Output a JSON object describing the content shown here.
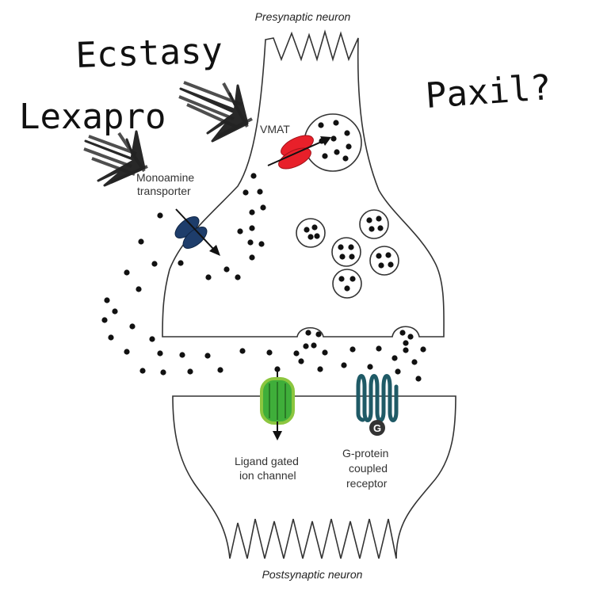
{
  "labels": {
    "presynaptic": "Presynaptic neuron",
    "postsynaptic": "Postsynaptic neuron",
    "vmat": "VMAT",
    "monoamine_l1": "Monoamine",
    "monoamine_l2": "transporter",
    "ligand_l1": "Ligand gated",
    "ligand_l2": "ion channel",
    "gpcr_l1": "G-protein",
    "gpcr_l2": "coupled",
    "gpcr_l3": "receptor",
    "g_symbol": "G"
  },
  "handwritten": {
    "ecstasy": "Ecstasy",
    "lexapro": "Lexapro",
    "paxil": "Paxil?"
  },
  "colors": {
    "vmat": "#e8202a",
    "transporter": "#1e3d6b",
    "ion_channel": "#3fae3a",
    "gpcr": "#1f5a66"
  }
}
